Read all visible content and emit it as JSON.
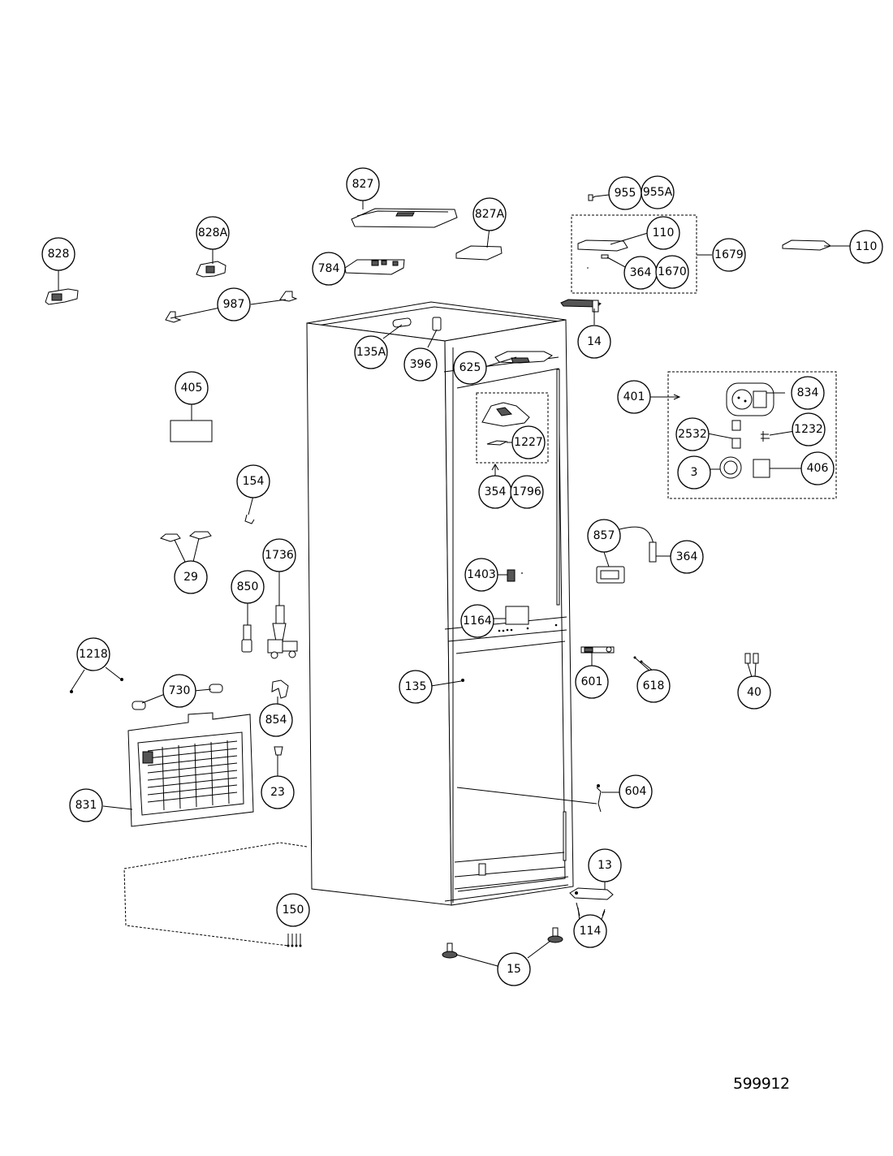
{
  "drawing_number": "599912",
  "callouts": [
    {
      "id": "c827",
      "label": "827"
    },
    {
      "id": "c827a",
      "label": "827A"
    },
    {
      "id": "c828a",
      "label": "828A"
    },
    {
      "id": "c828",
      "label": "828"
    },
    {
      "id": "c784",
      "label": "784"
    },
    {
      "id": "c987",
      "label": "987"
    },
    {
      "id": "c955",
      "label": "955"
    },
    {
      "id": "c955a",
      "label": "955A"
    },
    {
      "id": "c110a",
      "label": "110"
    },
    {
      "id": "c110b",
      "label": "110"
    },
    {
      "id": "c1679",
      "label": "1679"
    },
    {
      "id": "c364a",
      "label": "364"
    },
    {
      "id": "c1670",
      "label": "1670"
    },
    {
      "id": "c14",
      "label": "14"
    },
    {
      "id": "c135a",
      "label": "135A"
    },
    {
      "id": "c396",
      "label": "396"
    },
    {
      "id": "c625",
      "label": "625"
    },
    {
      "id": "c401",
      "label": "401"
    },
    {
      "id": "c834",
      "label": "834"
    },
    {
      "id": "c2532",
      "label": "2532"
    },
    {
      "id": "c1232",
      "label": "1232"
    },
    {
      "id": "c3",
      "label": "3"
    },
    {
      "id": "c406",
      "label": "406"
    },
    {
      "id": "c405",
      "label": "405"
    },
    {
      "id": "c1227",
      "label": "1227"
    },
    {
      "id": "c354",
      "label": "354"
    },
    {
      "id": "c1796",
      "label": "1796"
    },
    {
      "id": "c154",
      "label": "154"
    },
    {
      "id": "c29",
      "label": "29"
    },
    {
      "id": "c1736",
      "label": "1736"
    },
    {
      "id": "c850",
      "label": "850"
    },
    {
      "id": "c857",
      "label": "857"
    },
    {
      "id": "c364b",
      "label": "364"
    },
    {
      "id": "c1403",
      "label": "1403"
    },
    {
      "id": "c1164",
      "label": "1164"
    },
    {
      "id": "c1218",
      "label": "1218"
    },
    {
      "id": "c730",
      "label": "730"
    },
    {
      "id": "c854",
      "label": "854"
    },
    {
      "id": "c135",
      "label": "135"
    },
    {
      "id": "c601",
      "label": "601"
    },
    {
      "id": "c618",
      "label": "618"
    },
    {
      "id": "c40",
      "label": "40"
    },
    {
      "id": "c23",
      "label": "23"
    },
    {
      "id": "c831",
      "label": "831"
    },
    {
      "id": "c604",
      "label": "604"
    },
    {
      "id": "c13",
      "label": "13"
    },
    {
      "id": "c114",
      "label": "114"
    },
    {
      "id": "c150",
      "label": "150"
    },
    {
      "id": "c15",
      "label": "15"
    }
  ]
}
